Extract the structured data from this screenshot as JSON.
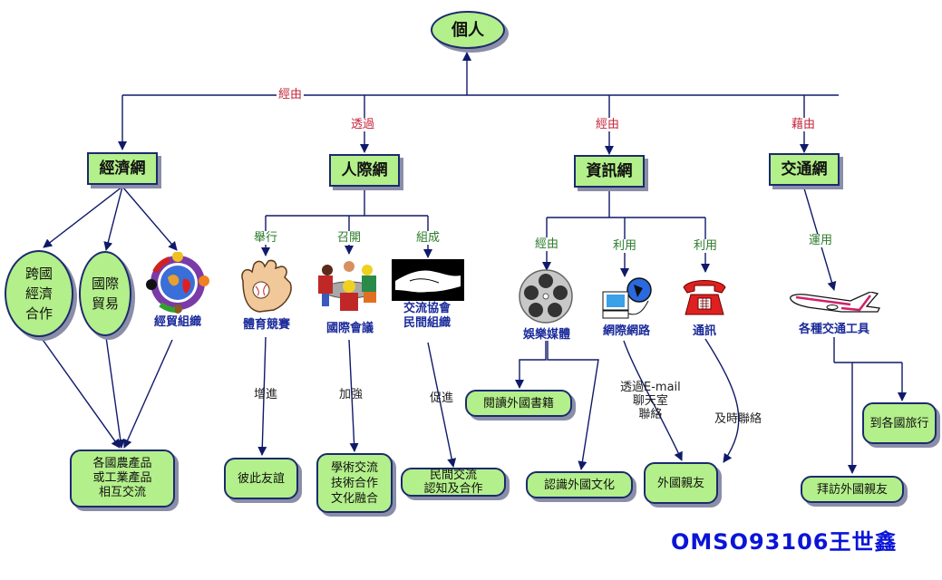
{
  "root": {
    "label": "個人"
  },
  "edge_labels_level1": [
    "經由",
    "透過",
    "經由",
    "藉由"
  ],
  "networks": {
    "economic": {
      "label": "經濟網",
      "children": [
        {
          "label": "跨國\n經濟\n合作",
          "type": "ellipse"
        },
        {
          "label": "國際\n貿易",
          "type": "ellipse"
        },
        {
          "label": "經貿組織",
          "type": "image",
          "icon": "globe-people-icon"
        }
      ],
      "result": "各國農產品\n或工業產品\n相互交流"
    },
    "interpersonal": {
      "label": "人際網",
      "children": [
        {
          "edge": "舉行",
          "label": "體育競賽",
          "icon": "baseball-glove-icon",
          "edge2": "增進",
          "result": "彼此友誼"
        },
        {
          "edge": "召開",
          "label": "國際會議",
          "icon": "meeting-icon",
          "edge2": "加強",
          "result": "學術交流\n技術合作\n文化融合"
        },
        {
          "edge": "組成",
          "label": "交流協會\n民間組織",
          "icon": "handshake-icon",
          "edge2": "促進",
          "result": "民間交流\n認知及合作"
        }
      ]
    },
    "information": {
      "label": "資訊網",
      "children": [
        {
          "edge": "經由",
          "label": "娛樂媒體",
          "icon": "film-reel-icon"
        },
        {
          "edge": "利用",
          "label": "網際網路",
          "icon": "computer-globe-icon"
        },
        {
          "edge": "利用",
          "label": "通訊",
          "icon": "telephone-icon"
        }
      ],
      "results": [
        "閱讀外國書籍",
        "認識外國文化",
        "外國親友"
      ],
      "edge_labels": [
        "透過E-mail\n聊天室\n聯絡",
        "及時聯絡"
      ]
    },
    "transport": {
      "label": "交通網",
      "edge": "運用",
      "child": {
        "label": "各種交通工具",
        "icon": "airplane-icon"
      },
      "results": [
        "到各國旅行",
        "拜訪外國親友"
      ]
    }
  },
  "signature": "OMSO93106王世鑫"
}
